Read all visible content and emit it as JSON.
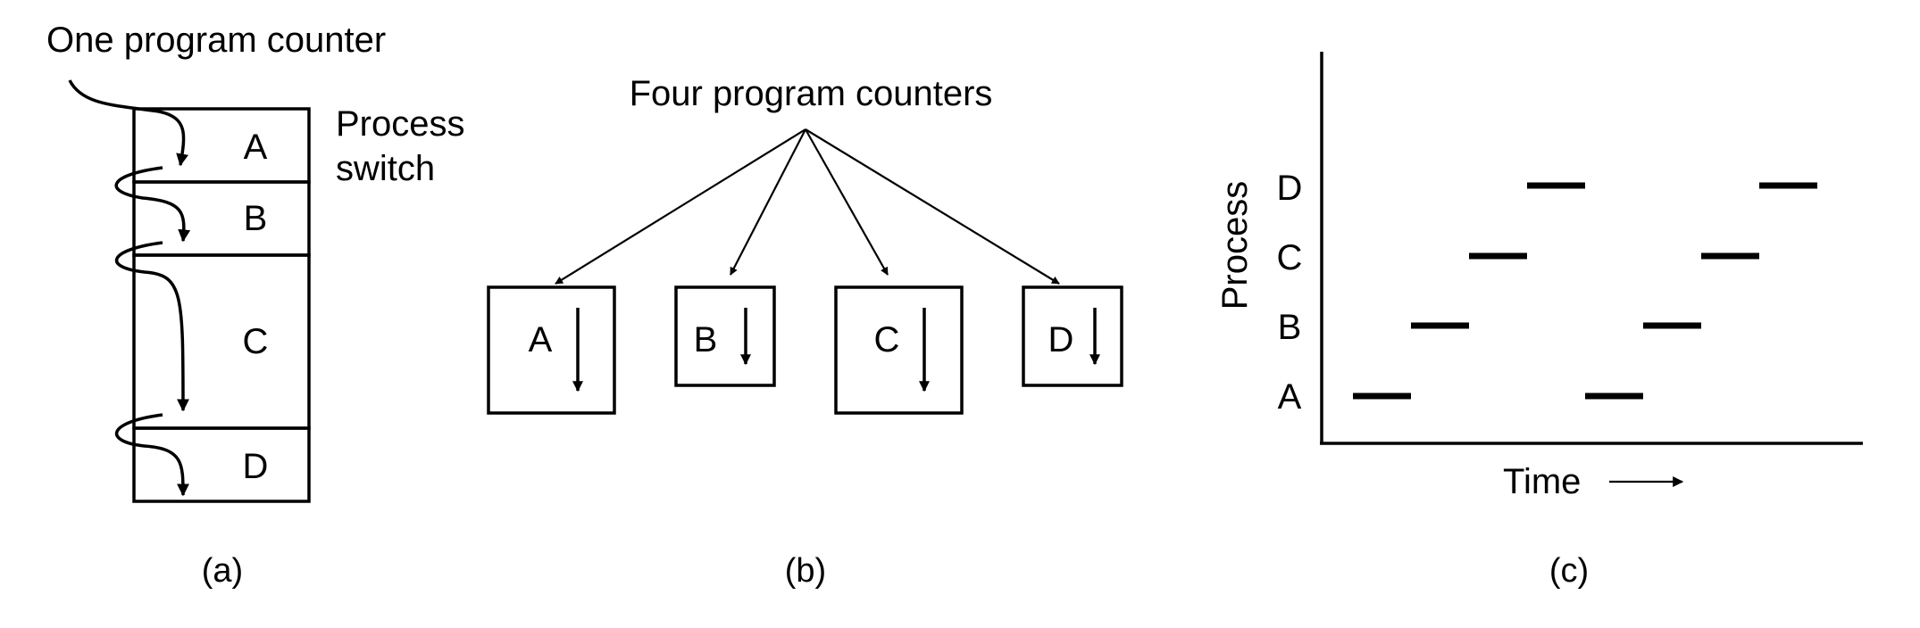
{
  "panel_a": {
    "title": "One program counter",
    "note_line1": "Process",
    "note_line2": "switch",
    "blocks": [
      "A",
      "B",
      "C",
      "D"
    ],
    "caption": "(a)"
  },
  "panel_b": {
    "title": "Four program counters",
    "boxes": [
      "A",
      "B",
      "C",
      "D"
    ],
    "caption": "(b)"
  },
  "panel_c": {
    "ylabel": "Process",
    "xlabel": "Time",
    "rows": [
      "D",
      "C",
      "B",
      "A"
    ],
    "caption": "(c)"
  }
}
